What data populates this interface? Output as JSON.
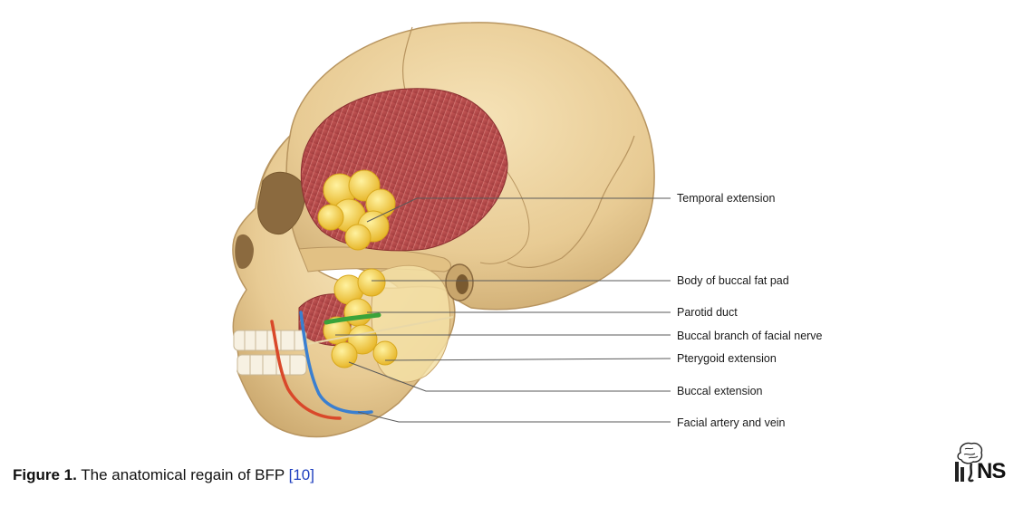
{
  "diagram": {
    "labels": [
      {
        "id": "temporal",
        "text": "Temporal extension"
      },
      {
        "id": "body",
        "text": "Body of buccal fat pad"
      },
      {
        "id": "parotid",
        "text": "Parotid duct"
      },
      {
        "id": "buccal_branch",
        "text": "Buccal branch of facial nerve"
      },
      {
        "id": "pterygoid",
        "text": "Pterygoid extension"
      },
      {
        "id": "buccal_ext",
        "text": "Buccal extension"
      },
      {
        "id": "facial",
        "text": "Facial artery and vein"
      }
    ],
    "colors": {
      "bone": "#e9cf9c",
      "bone_shadow": "#c9a66c",
      "muscle": "#b8494a",
      "fat": "#f6d23a",
      "fat_shadow": "#d8a81c",
      "artery": "#d9482a",
      "vein": "#3a7fd0",
      "parotid_duct": "#3aa33a",
      "gland": "#f3dfa4"
    }
  },
  "caption": {
    "label": "Figure 1.",
    "text": " The anatomical regain of BFP ",
    "ref": "[10]"
  },
  "logo": {
    "text": "NS",
    "icon": "brain-logo-icon"
  }
}
